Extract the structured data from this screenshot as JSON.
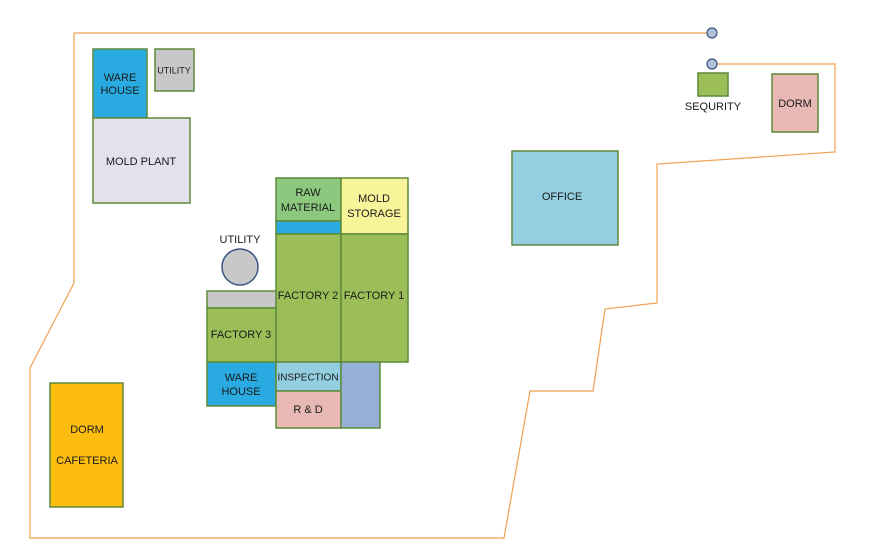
{
  "colors": {
    "boundary": "#f0a050",
    "warehouse": "#29abe2",
    "utility": "#c8c8c8",
    "mold_plant": "#e4e0ec",
    "raw_material": "#8cc97e",
    "mold_storage": "#f8f49a",
    "factory": "#9bbe58",
    "office": "#93cfe0",
    "inspection": "#93cfe0",
    "r_and_d": "#e8b8b4",
    "dorm_right": "#e8b8b4",
    "dorm_cafeteria": "#fdbd10",
    "building_stroke": "#5f8a3a",
    "gate_fill": "#b0c0d8",
    "gate_stroke": "#3a5580"
  },
  "buildings": {
    "warehouse_top": {
      "line1": "WARE",
      "line2": "HOUSE"
    },
    "utility_top": {
      "label": "UTILITY"
    },
    "mold_plant": {
      "label": "MOLD PLANT"
    },
    "raw_material": {
      "line1": "RAW",
      "line2": "MATERIAL"
    },
    "mold_storage": {
      "line1": "MOLD",
      "line2": "STORAGE"
    },
    "utility_tank": {
      "label": "UTILITY"
    },
    "factory_1": {
      "label": "FACTORY 1"
    },
    "factory_2": {
      "label": "FACTORY 2"
    },
    "factory_3": {
      "label": "FACTORY 3"
    },
    "warehouse_bottom": {
      "line1": "WARE",
      "line2": "HOUSE"
    },
    "inspection": {
      "label": "INSPECTION"
    },
    "r_and_d": {
      "label": "R & D"
    },
    "office": {
      "label": "OFFICE"
    },
    "security": {
      "label": "SEQURITY"
    },
    "dorm_right": {
      "label": "DORM"
    },
    "dorm_cafeteria": {
      "line1": "DORM",
      "line2": "CAFETERIA"
    }
  }
}
